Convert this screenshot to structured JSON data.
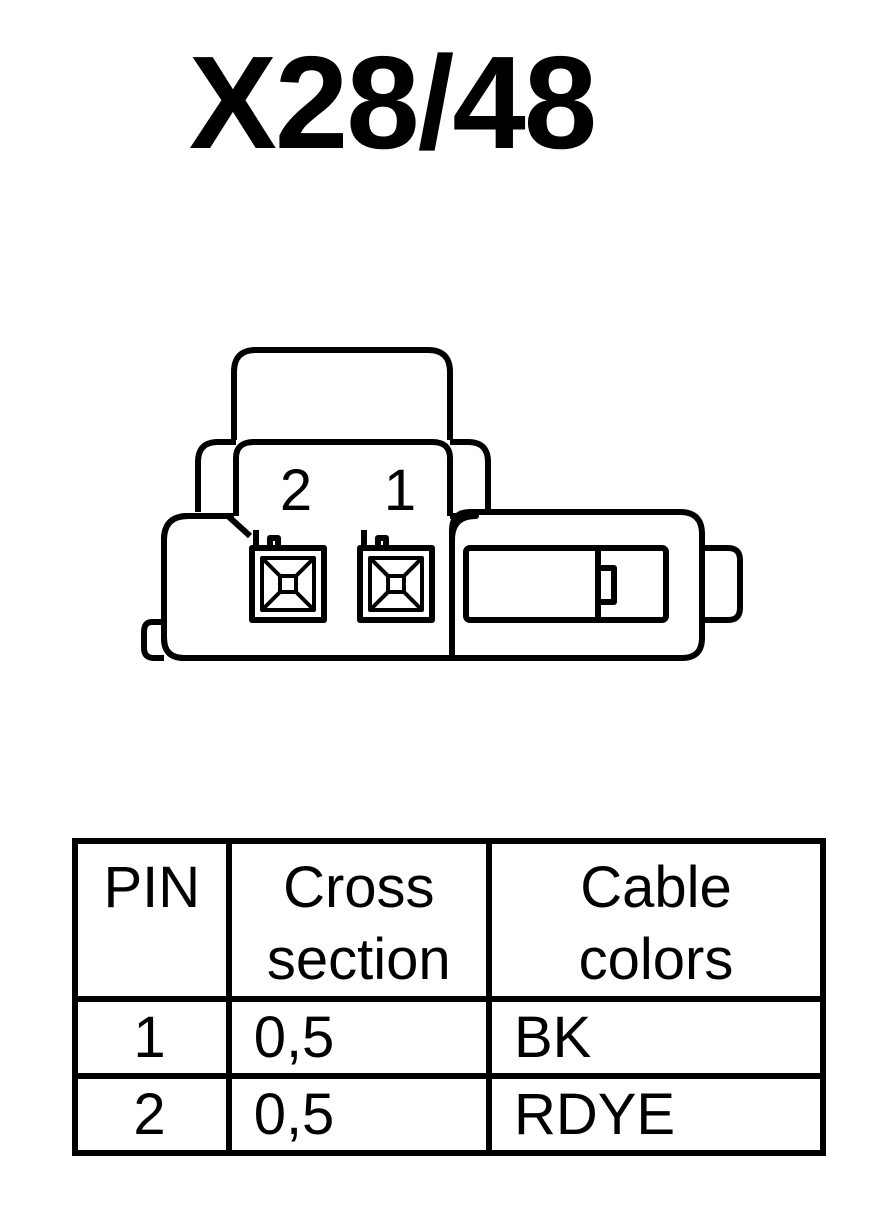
{
  "title": "X28/48",
  "connector": {
    "pin_labels": [
      "2",
      "1"
    ]
  },
  "table": {
    "headers": {
      "pin": "PIN",
      "cross_section": [
        "Cross",
        "section"
      ],
      "cable_colors": [
        "Cable",
        "colors"
      ]
    },
    "rows": [
      {
        "pin": "1",
        "cross_section": "0,5",
        "cable_color": "BK"
      },
      {
        "pin": "2",
        "cross_section": "0,5",
        "cable_color": "RDYE"
      }
    ]
  }
}
